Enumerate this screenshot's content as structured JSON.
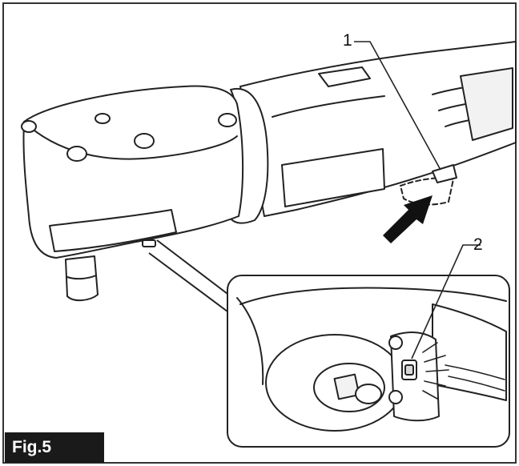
{
  "figure": {
    "label": "Fig.5",
    "callouts": [
      {
        "id": "1",
        "text": "1"
      },
      {
        "id": "2",
        "text": "2"
      }
    ]
  },
  "colors": {
    "line": "#222222",
    "frame": "#333333",
    "shade": "#d9d9d9",
    "arrow": "#111111",
    "label_bg": "#1a1a1a",
    "label_text": "#ffffff"
  }
}
